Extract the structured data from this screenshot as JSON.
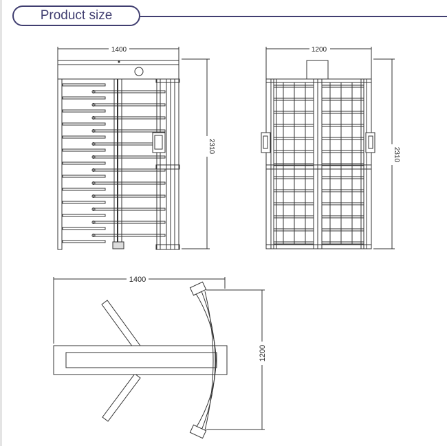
{
  "header": {
    "title": "Product size"
  },
  "front_view": {
    "width_label": "1400",
    "height_label": "2310"
  },
  "side_view": {
    "width_label": "1200",
    "height_label": "2310"
  },
  "top_view": {
    "width_label": "1400",
    "depth_label": "1200"
  },
  "colors": {
    "accent": "#403e70",
    "line": "#333333"
  }
}
